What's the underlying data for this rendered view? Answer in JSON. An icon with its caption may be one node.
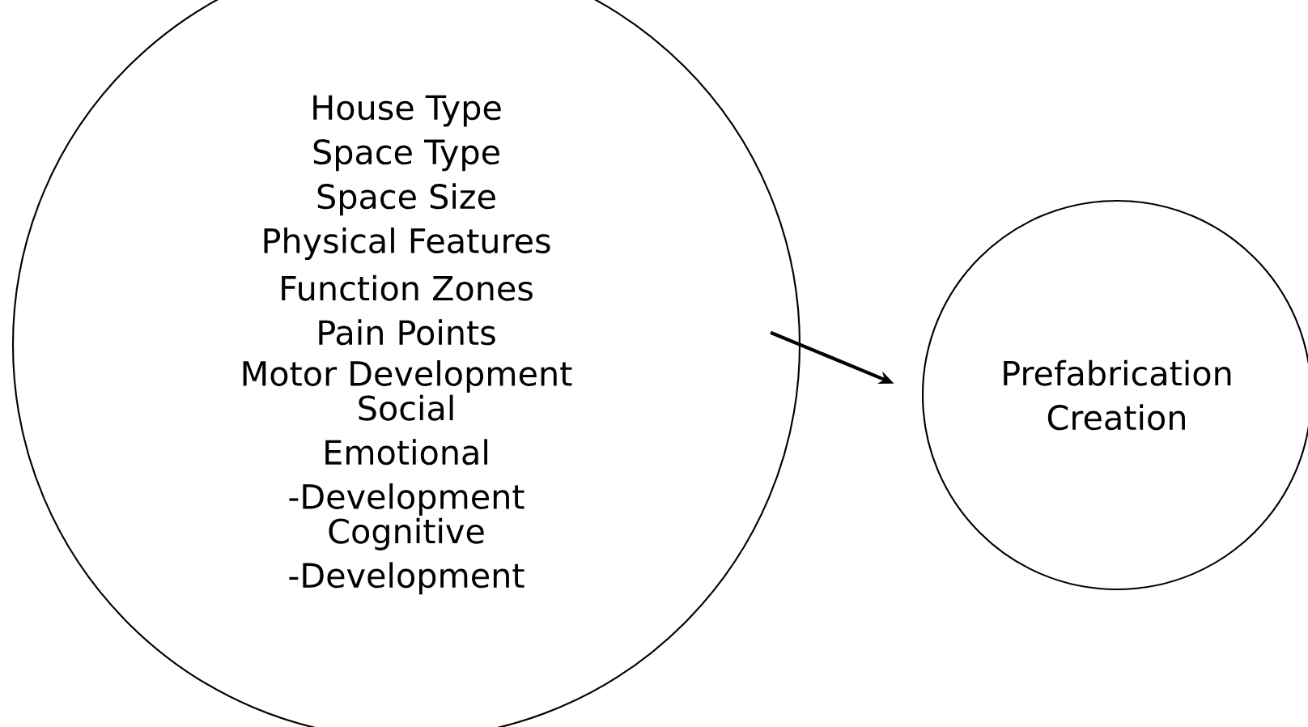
{
  "diagram": {
    "nodes": [
      {
        "text": [
          "House Type",
          "Space Type",
          "Space Size",
          "Physical Features",
          "Function Zones",
          "Pain Points",
          "Motor Development",
          "Social Emotional -Development",
          "Cognitive -Development"
        ]
      },
      {
        "text": [
          "Prefabrication Creation"
        ]
      }
    ],
    "edges": [
      {
        "from": 0,
        "to": 1,
        "arrow": "to"
      }
    ]
  }
}
